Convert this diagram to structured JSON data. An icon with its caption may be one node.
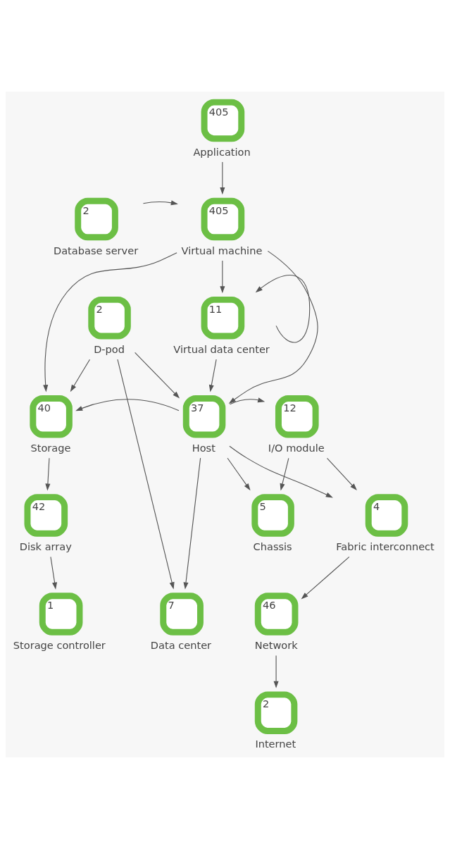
{
  "diagram": {
    "nodes": [
      {
        "text": [
          "405",
          "Application"
        ]
      },
      {
        "text": [
          "2",
          "Database server"
        ]
      },
      {
        "text": [
          "405",
          "Virtual machine"
        ]
      },
      {
        "text": [
          "11",
          "Virtual data center"
        ]
      },
      {
        "text": [
          "2",
          "D-pod"
        ]
      },
      {
        "text": [
          "40",
          "Storage"
        ]
      },
      {
        "text": [
          "37",
          "Host"
        ]
      },
      {
        "text": [
          "12",
          "I/O module"
        ]
      },
      {
        "text": [
          "42",
          "Disk array"
        ]
      },
      {
        "text": [
          "5",
          "Chassis"
        ]
      },
      {
        "text": [
          "4",
          "Fabric interconnect"
        ]
      },
      {
        "text": [
          "1",
          "Storage controller"
        ]
      },
      {
        "text": [
          "7",
          "Data center"
        ]
      },
      {
        "text": [
          "46",
          "Network"
        ]
      },
      {
        "text": [
          "2",
          "Internet"
        ]
      }
    ],
    "edges": [
      {
        "from": 0,
        "to": 2,
        "arrow": "to"
      },
      {
        "from": 1,
        "to": 2,
        "arrow": "to"
      },
      {
        "from": 2,
        "to": 3,
        "arrow": "to"
      },
      {
        "from": 3,
        "to": 3,
        "arrow": "to"
      },
      {
        "from": 2,
        "to": 5,
        "arrow": "to"
      },
      {
        "from": 2,
        "to": 6,
        "arrow": "to"
      },
      {
        "from": 3,
        "to": 6,
        "arrow": "to"
      },
      {
        "from": 4,
        "to": 5,
        "arrow": "to"
      },
      {
        "from": 4,
        "to": 6,
        "arrow": "to"
      },
      {
        "from": 4,
        "to": 12,
        "arrow": "to"
      },
      {
        "from": 6,
        "to": 5,
        "arrow": "to"
      },
      {
        "from": 6,
        "to": 7,
        "arrow": "to"
      },
      {
        "from": 6,
        "to": 9,
        "arrow": "to"
      },
      {
        "from": 6,
        "to": 10,
        "arrow": "to"
      },
      {
        "from": 6,
        "to": 12,
        "arrow": "to"
      },
      {
        "from": 7,
        "to": 9,
        "arrow": "to"
      },
      {
        "from": 7,
        "to": 10,
        "arrow": "to"
      },
      {
        "from": 5,
        "to": 8,
        "arrow": "to"
      },
      {
        "from": 8,
        "to": 11,
        "arrow": "to"
      },
      {
        "from": 10,
        "to": 13,
        "arrow": "to"
      },
      {
        "from": 13,
        "to": 14,
        "arrow": "to"
      }
    ]
  }
}
